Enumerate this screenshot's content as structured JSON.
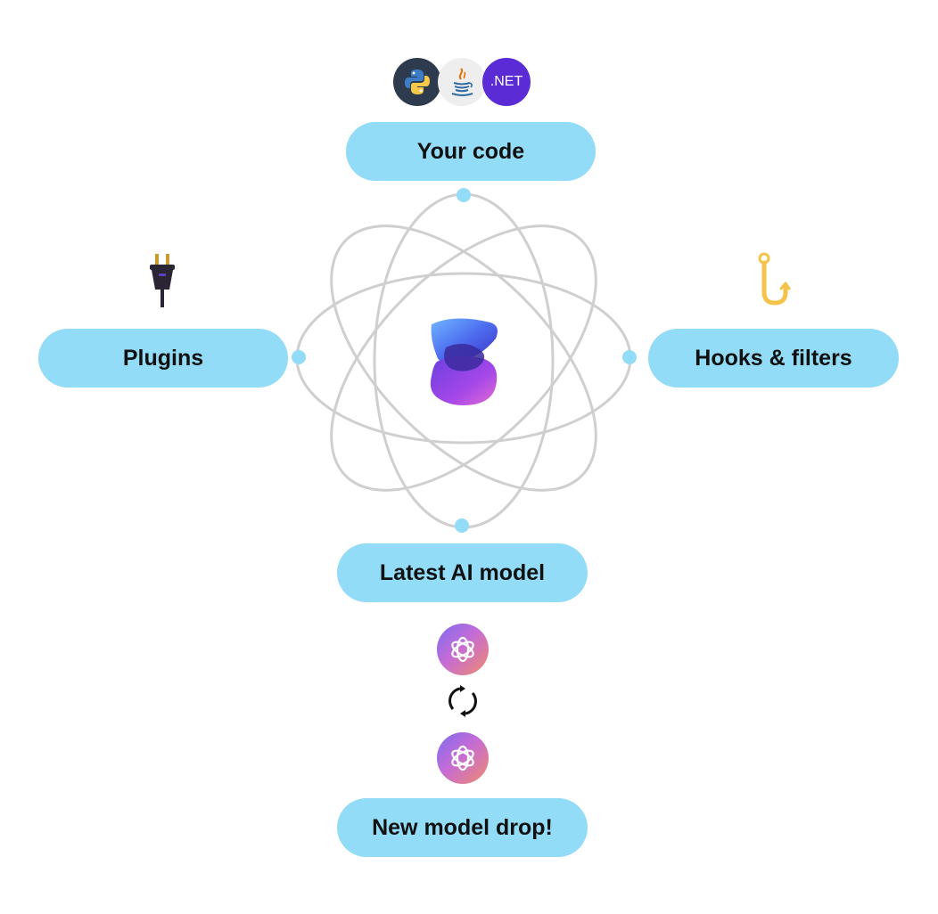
{
  "nodes": {
    "your_code": "Your code",
    "plugins": "Plugins",
    "hooks_filters": "Hooks & filters",
    "latest_ai_model": "Latest AI model",
    "new_model_drop": "New model drop!"
  },
  "languages": {
    "dotnet_label": ".NET",
    "icons": [
      "python-icon",
      "java-icon",
      "dotnet-icon"
    ]
  },
  "icons": {
    "center": "semantic-kernel-logo",
    "plugins": "plug-icon",
    "hooks": "hook-icon",
    "model_swap": "refresh-icon",
    "models": [
      "openai-icon",
      "openai-icon"
    ]
  },
  "colors": {
    "pill": "#93dcf7",
    "orbit": "#cfcfcf",
    "connector_dot": "#93dcf7",
    "dotnet": "#5b2bd6",
    "python_bg": "#2e3b4e",
    "hook": "#f5c24a"
  }
}
